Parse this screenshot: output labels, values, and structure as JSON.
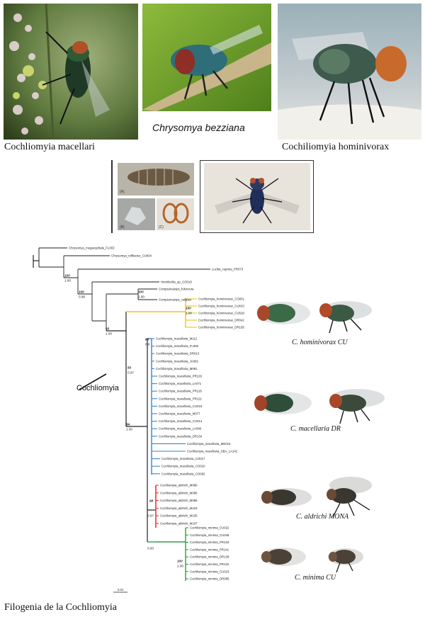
{
  "top_photos": {
    "left_caption": "Cochliomyia macellari",
    "center_caption": "Chrysomya bezziana",
    "right_caption": "Cochiliomyia hominivorax"
  },
  "larva_panel": {
    "label_a": "(A)",
    "label_b": "(B)",
    "label_c": "(C)"
  },
  "phylogeny": {
    "clade_label": "Cochliomyia",
    "outgroup": [
      {
        "name": "Chrysomya_megacephala_FL003",
        "color": "#222222"
      },
      {
        "name": "Chrysomya_rufifacies_CU604",
        "color": "#222222"
      },
      {
        "name": "Lucilia_cuprina_PR073",
        "color": "#222222"
      },
      {
        "name": "Hemilucilia_sp_CO018",
        "color": "#222222"
      },
      {
        "name": "Compsomyiops_fulvicrura",
        "color": "#222222"
      },
      {
        "name": "Compsomyiops_callipes",
        "color": "#222222"
      }
    ],
    "hominivorax": [
      "Cochliomyia_hominivorax_CO001",
      "Cochliomyia_hominivorax_CU633",
      "Cochliomyia_hominivorax_CU628",
      "Cochliomyia_hominivorax_DR042",
      "Cochliomyia_hominivorax_DR105"
    ],
    "macellaria": [
      "Cochliomyia_macellaria_M112",
      "Cochliomyia_macellaria_FL006",
      "Cochliomyia_macellaria_DR013",
      "Cochliomyia_macellaria_JA082",
      "Cochliomyia_macellaria_M081",
      "Cochliomyia_macellaria_PR129",
      "Cochliomyia_macellaria_LA071",
      "Cochliomyia_macellaria_PR126",
      "Cochliomyia_macellaria_PR121",
      "Cochliomyia_macellaria_CU019",
      "Cochliomyia_macellaria_M077",
      "Cochliomyia_macellaria_CU014",
      "Cochliomyia_macellaria_LA096",
      "Cochliomyia_macellaria_DR134",
      "Cochliomyia_macellaria_ME015",
      "Cochliomyia_macellaria_SBA_LA142",
      "Cochliomyia_macellaria_CO017",
      "Cochliomyia_macellaria_CO010",
      "Cochliomyia_macellaria_CO082"
    ],
    "aldrichi": [
      "Cochliomyia_aldrichi_M080",
      "Cochliomyia_aldrichi_M086",
      "Cochliomyia_aldrichi_M085",
      "Cochliomyia_aldrichi_M103",
      "Cochliomyia_aldrichi_M105",
      "Cochliomyia_aldrichi_M107"
    ],
    "minima": [
      "Cochliomyia_minima_CU022",
      "Cochliomyia_minima_CU046",
      "Cochliomyia_minima_PR133",
      "Cochliomyia_minima_PR141",
      "Cochliomyia_minima_DR139",
      "Cochliomyia_minima_PR132",
      "Cochliomyia_minima_CU023",
      "Cochliomyia_minima_DR085"
    ],
    "supports": [
      {
        "top": "100",
        "bottom": "1.00"
      },
      {
        "top": "100",
        "bottom": "0.98"
      },
      {
        "top": "100",
        "bottom": "1.00"
      },
      {
        "top": "100",
        "bottom": "1.00"
      },
      {
        "top": "93",
        "bottom": "1.00"
      },
      {
        "top": "83",
        "bottom": "0.97"
      },
      {
        "top": "85",
        "bottom": "0.9"
      },
      {
        "top": "84",
        "bottom": "1.00"
      },
      {
        "top": "68",
        "bottom": ""
      },
      {
        "top": "",
        "bottom": "0.97"
      },
      {
        "top": "",
        "bottom": "0.93"
      },
      {
        "top": "100",
        "bottom": "1.00"
      }
    ],
    "scale": "0.01",
    "species_captions": [
      "C. hominivorax CU",
      "C. macellaria DR",
      "C. aldrichi MONA",
      "C. minima CU"
    ],
    "colors": {
      "hominivorax": "#f0c419",
      "macellaria": "#3a86c8",
      "aldrichi": "#e03b3b",
      "minima": "#2e9e48"
    }
  },
  "figure_caption": "Filogenia de la Cochliomyia"
}
